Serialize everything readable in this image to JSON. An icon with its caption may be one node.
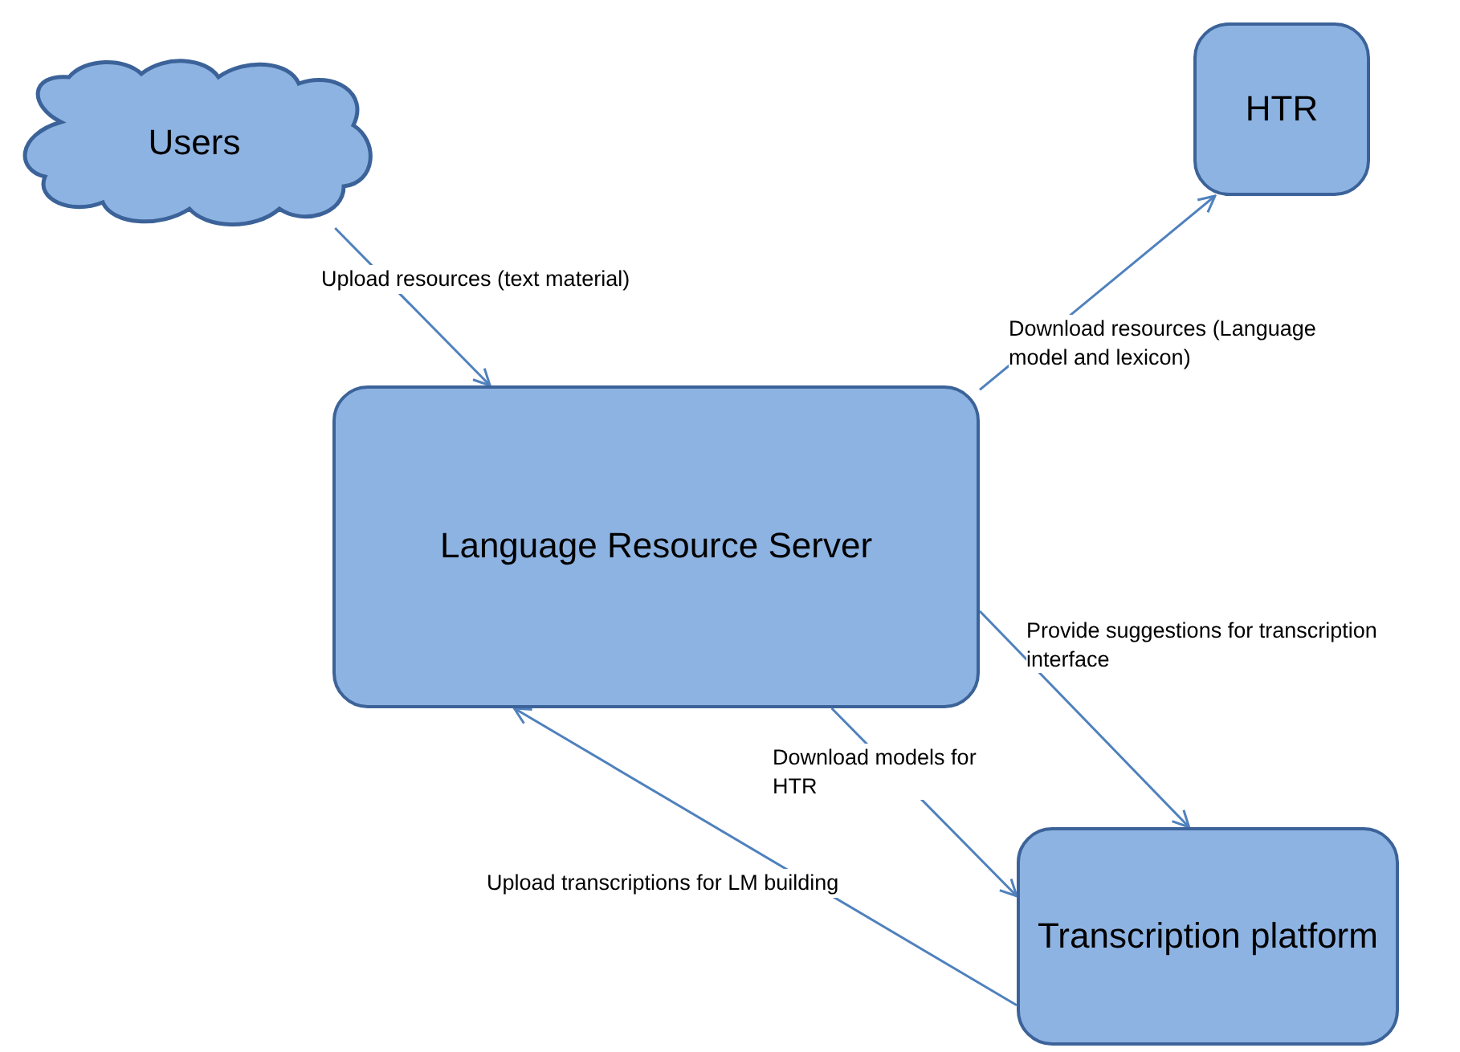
{
  "diagram": {
    "nodes": [
      {
        "text": [
          "Users"
        ]
      },
      {
        "text": [
          "HTR"
        ]
      },
      {
        "text": [
          "Language Resource Server"
        ]
      },
      {
        "text": [
          "Transcription platform"
        ]
      }
    ],
    "edges": [
      {
        "from": 0,
        "to": 2,
        "arrow": "to",
        "label": "Upload resources (text material)"
      },
      {
        "from": 2,
        "to": 1,
        "arrow": "to",
        "label": "Download resources (Language model and lexicon)"
      },
      {
        "from": 2,
        "to": 3,
        "arrow": "to",
        "label": "Provide suggestions for transcription interface"
      },
      {
        "from": 2,
        "to": 3,
        "arrow": "to",
        "label": "Download models for HTR"
      },
      {
        "from": 3,
        "to": 2,
        "arrow": "to",
        "label": "Upload transcriptions for LM building"
      }
    ]
  }
}
